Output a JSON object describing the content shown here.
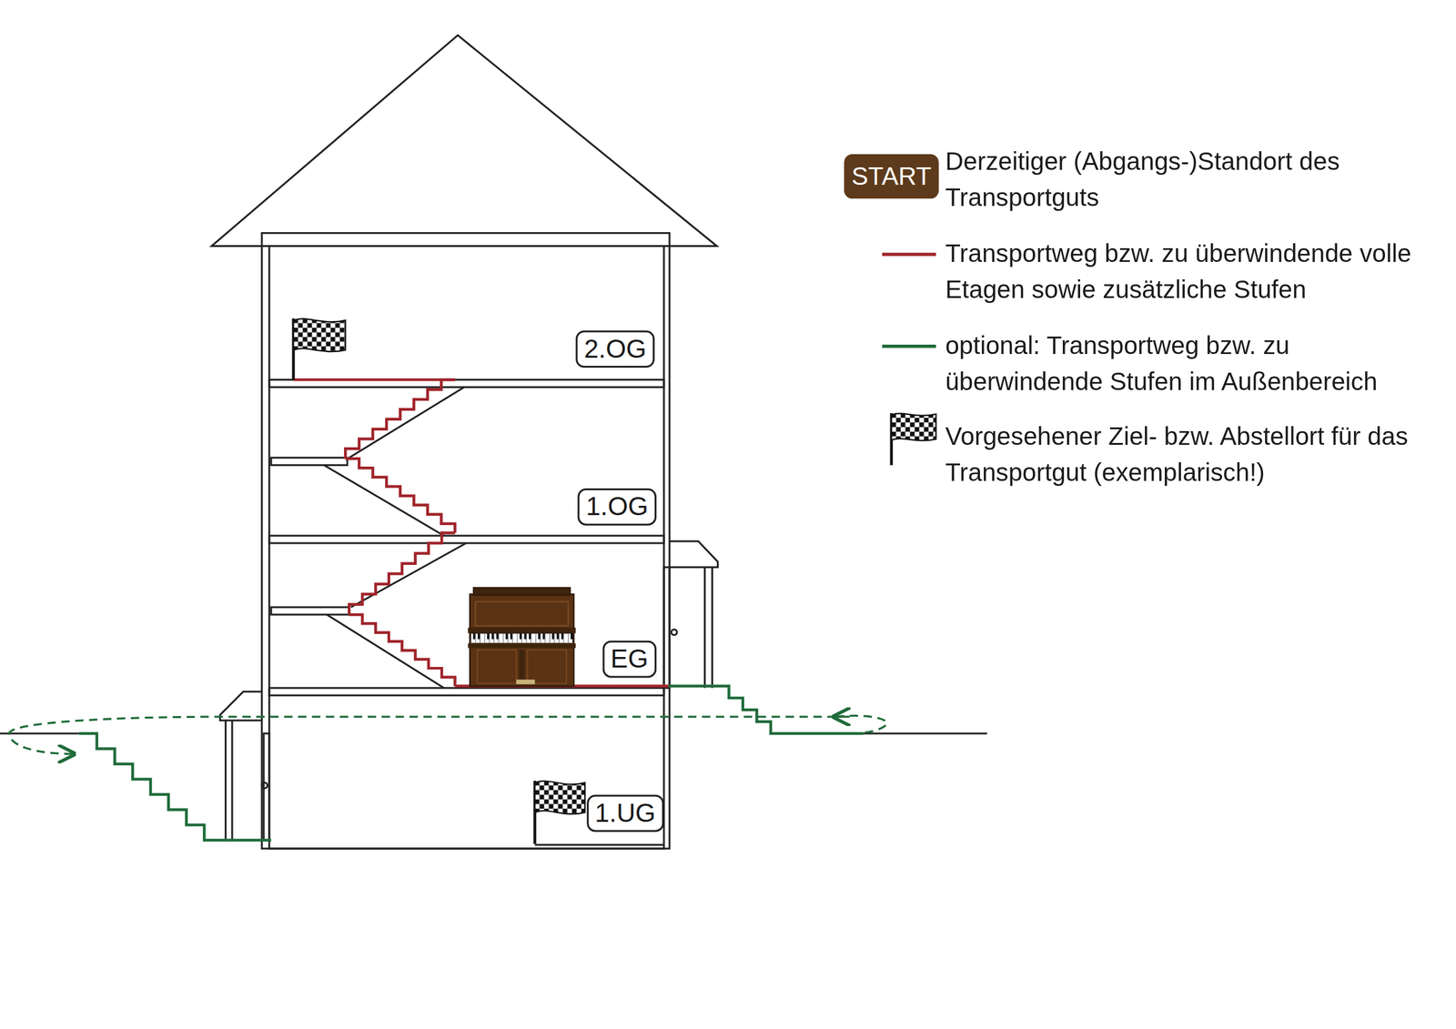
{
  "diagram": {
    "nodes": [
      {
        "text": [
          "2.OG"
        ]
      },
      {
        "text": [
          "1.OG"
        ]
      },
      {
        "text": [
          "EG"
        ]
      },
      {
        "text": [
          "1.UG"
        ]
      }
    ],
    "labels": [
      "START"
    ],
    "legend": [
      {
        "text": "Derzeitiger (Abgangs-)Standort des Transportguts"
      },
      {
        "text": "Transportweg bzw. zu überwindende volle Etagen sowie zusätzliche Stufen"
      },
      {
        "text": "optional: Transportweg bzw. zu überwindende Stufen im Außenbereich"
      },
      {
        "text": "Vorgesehener Ziel- bzw. Abstellort für das Transportgut (exemplarisch!)"
      }
    ]
  }
}
